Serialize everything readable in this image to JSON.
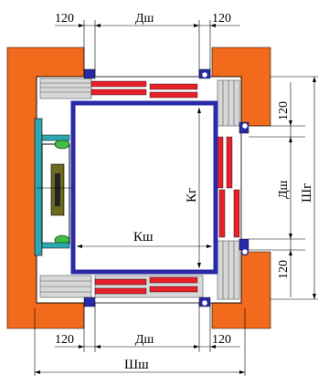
{
  "colors": {
    "wall": "#f26a1b",
    "frame_blue": "#2a2aa8",
    "door_red": "#e8202a",
    "panel_gray": "#d8d8d8",
    "panel_line": "#555555",
    "cyan": "#2fa7b3",
    "green": "#3fbf3f",
    "olive": "#6b6a1e",
    "line": "#000000"
  },
  "labels": {
    "top_left_gap": "120",
    "top_door_width": "Дш",
    "top_right_gap": "120",
    "bottom_left_gap": "120",
    "bottom_door_width": "Дш",
    "bottom_right_gap": "120",
    "shaft_width": "Шш",
    "cabin_width": "Кш",
    "cabin_depth": "Кг",
    "right_top_gap": "120",
    "right_door_width": "Дш",
    "right_bottom_gap": "120",
    "shaft_depth": "Шг"
  }
}
